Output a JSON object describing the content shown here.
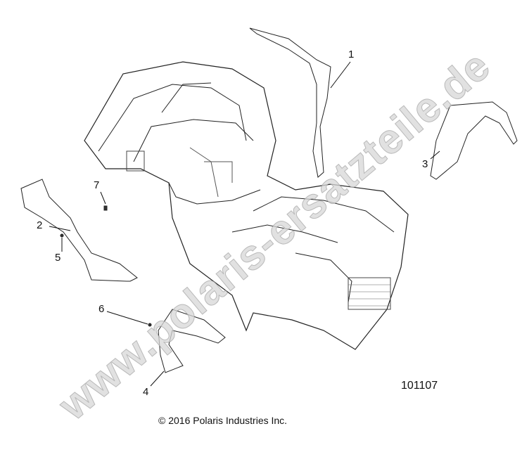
{
  "diagram": {
    "callouts": [
      "1",
      "2",
      "3",
      "4",
      "5",
      "6",
      "7"
    ],
    "drawing_number": "101107",
    "copyright": "© 2016 Polaris Industries Inc.",
    "watermark": "www.polaris-ersatzteile.de"
  }
}
